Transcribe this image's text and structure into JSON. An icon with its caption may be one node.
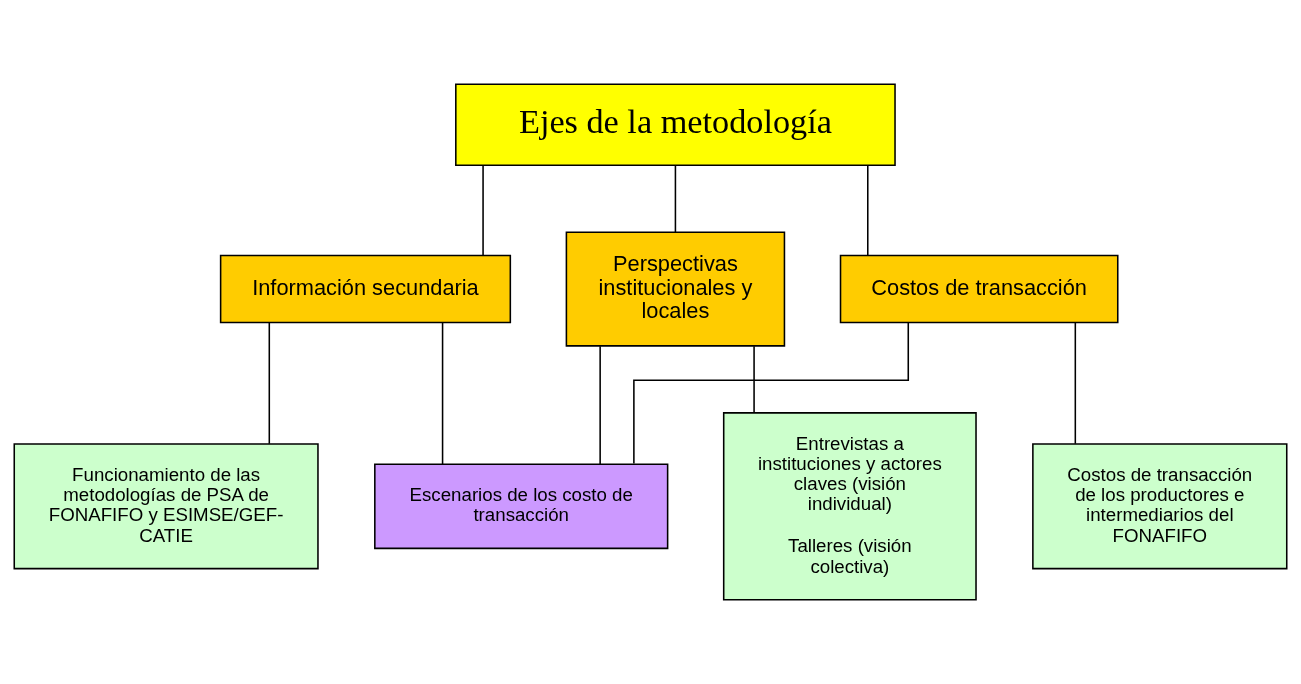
{
  "diagram": {
    "nodes": [
      {
        "text": [
          "Ejes de la metodología"
        ]
      },
      {
        "text": [
          "Información secundaria"
        ]
      },
      {
        "text": [
          "Perspectivas institucionales y locales"
        ]
      },
      {
        "text": [
          "Costos de transacción"
        ]
      },
      {
        "text": [
          "Funcionamiento de las metodologías de PSA de FONAFIFO y ESIMSE/GEF-CATIE"
        ]
      },
      {
        "text": [
          "Entrevistas a instituciones y actores claves (visión individual)",
          "Talleres (visión colectiva)"
        ]
      },
      {
        "text": [
          "Costos de transacción de los productores e intermediarios del FONAFIFO"
        ]
      },
      {
        "text": [
          "Escenarios de los costo de transacción"
        ]
      }
    ],
    "edges": [
      {
        "from": 0,
        "to": 1,
        "arrow": "none"
      },
      {
        "from": 0,
        "to": 2,
        "arrow": "none"
      },
      {
        "from": 0,
        "to": 3,
        "arrow": "none"
      },
      {
        "from": 1,
        "to": 4,
        "arrow": "none"
      },
      {
        "from": 2,
        "to": 5,
        "arrow": "none"
      },
      {
        "from": 3,
        "to": 6,
        "arrow": "none"
      },
      {
        "from": 1,
        "to": 7,
        "arrow": "none"
      },
      {
        "from": 2,
        "to": 7,
        "arrow": "none"
      },
      {
        "from": 3,
        "to": 7,
        "arrow": "none"
      }
    ]
  }
}
